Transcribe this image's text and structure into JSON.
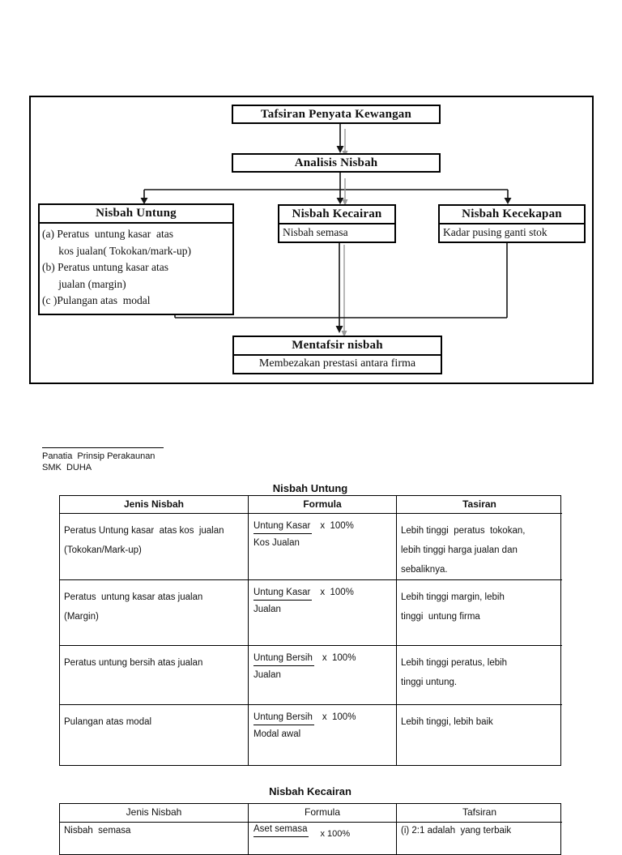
{
  "flowchart": {
    "root_label": "Tafsiran  Penyata Kewangan",
    "analysis_label": "Analisis  Nisbah",
    "branch_profit": {
      "title": "Nisbah  Untung",
      "items": "(a) Peratus  untung kasar  atas\n      kos jualan( Tokokan/mark-up)\n(b) Peratus untung kasar atas\n      jualan (margin)\n(c )Pulangan atas  modal"
    },
    "branch_liquidity": {
      "title": "Nisbah Kecairan",
      "body": "Nisbah  semasa"
    },
    "branch_efficiency": {
      "title": "Nisbah Kecekapan",
      "body": "Kadar  pusing ganti stok"
    },
    "conclusion": {
      "title": "Mentafsir nisbah",
      "body": "Membezakan  prestasi antara firma"
    }
  },
  "credit": {
    "line1": "Panatia  Prinsip Perakaunan",
    "line2": "SMK  DUHA"
  },
  "profit_table": {
    "title": "Nisbah Untung",
    "headers": [
      "Jenis Nisbah",
      "Formula",
      "Tasiran"
    ],
    "rows": [
      {
        "jenis": "Peratus Untung kasar  atas kos  jualan\n(Tokokan/Mark-up)",
        "numerator": "Untung Kasar",
        "denominator": "Kos Jualan",
        "multiplier": "x  100%",
        "tafsiran": "Lebih tinggi  peratus  tokokan,\nlebih tinggi harga jualan dan\nsebaliknya."
      },
      {
        "jenis": "Peratus  untung kasar atas jualan\n(Margin)",
        "numerator": "Untung Kasar",
        "denominator": "Jualan",
        "multiplier": "x  100%",
        "tafsiran": "Lebih tinggi margin, lebih\ntinggi  untung firma"
      },
      {
        "jenis": "Peratus untung bersih atas jualan",
        "numerator": "Untung Bersih",
        "denominator": "Jualan",
        "multiplier": "x  100%",
        "tafsiran": "Lebih tinggi peratus, lebih\ntinggi untung."
      },
      {
        "jenis": "Pulangan atas modal",
        "numerator": "Untung Bersih",
        "denominator": "Modal awal",
        "multiplier": "x  100%",
        "tafsiran": "Lebih tinggi, lebih baik"
      }
    ]
  },
  "liquidity_table": {
    "title": "Nisbah Kecairan",
    "headers": [
      "Jenis Nisbah",
      "Formula",
      "Tafsiran"
    ],
    "rows": [
      {
        "jenis": "Nisbah  semasa",
        "numerator": "Aset semasa",
        "multiplier": "x 100%",
        "tafsiran": "(i) 2:1 adalah  yang terbaik"
      }
    ]
  },
  "colors": {
    "ink": "#111111",
    "shadow_dark": "#8e8e8e",
    "shadow_light": "#c9c9c9"
  }
}
